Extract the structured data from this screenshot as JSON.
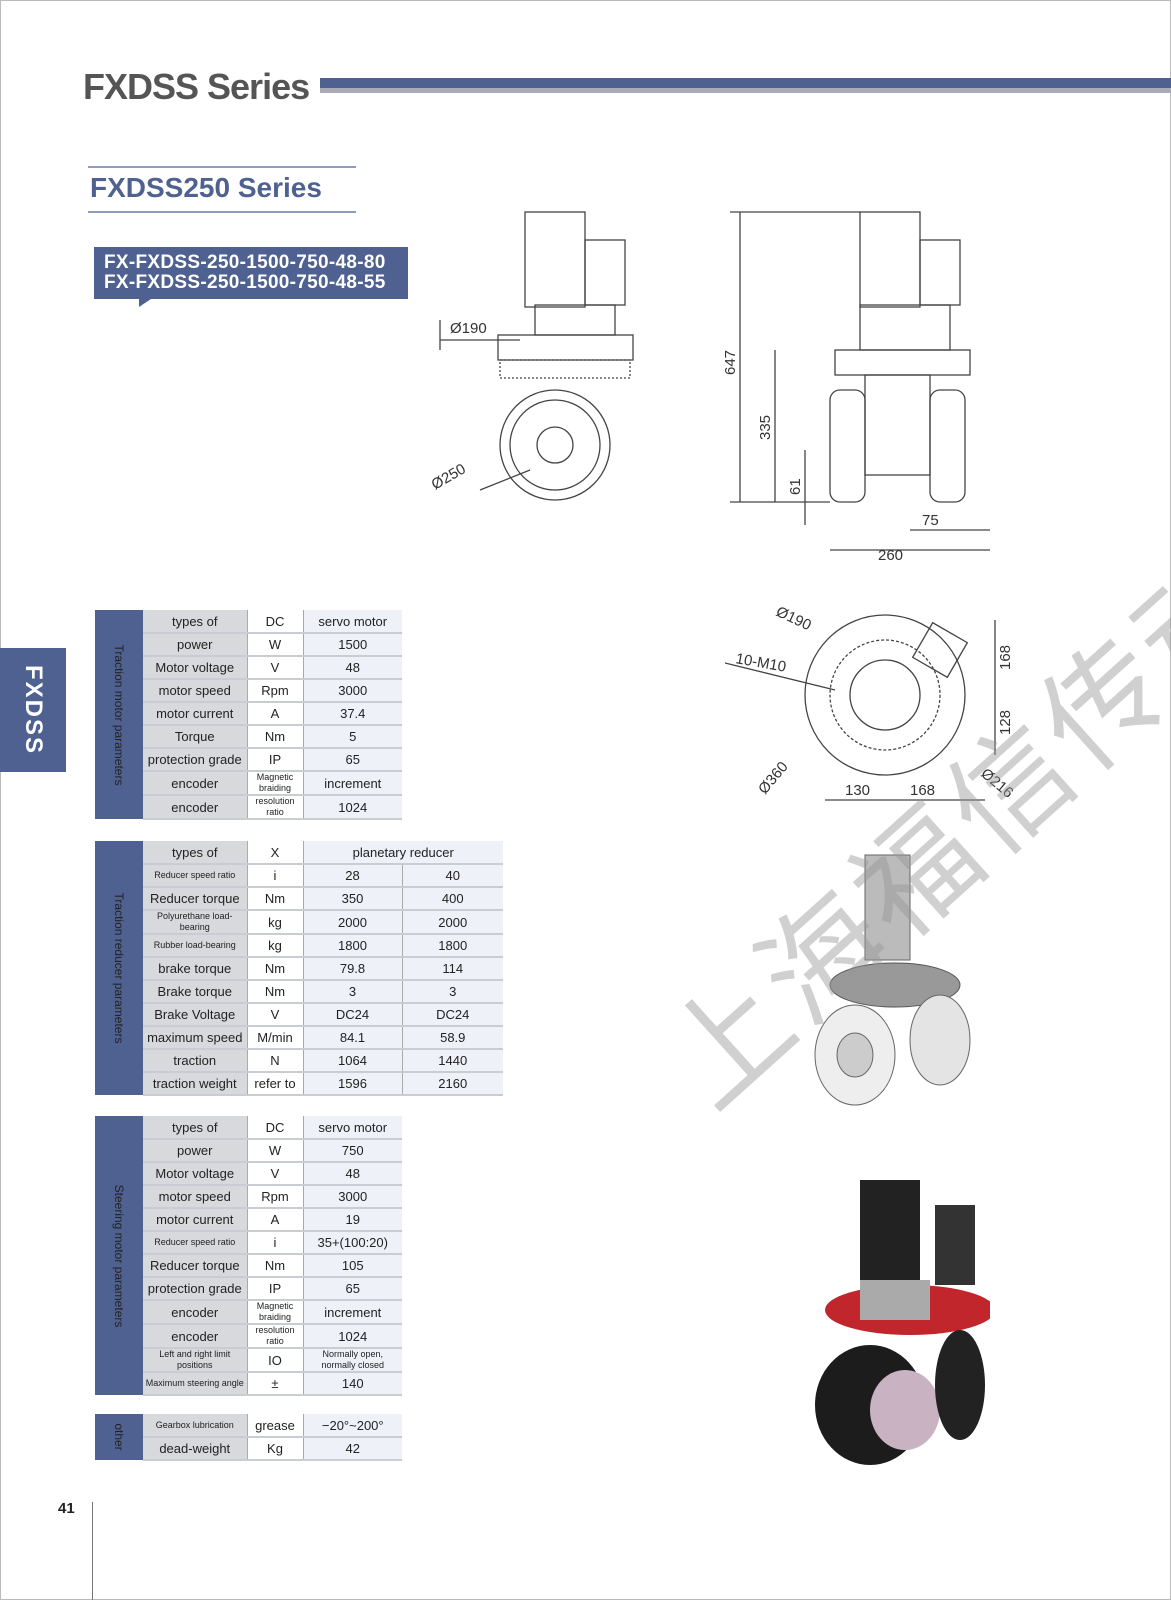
{
  "header": {
    "title": "FXDSS Series",
    "subtitle": "FXDSS250 Series",
    "models": [
      "FX-FXDSS-250-1500-750-48-80",
      "FX-FXDSS-250-1500-750-48-55"
    ],
    "side_tab": "FXDSS"
  },
  "drawings": {
    "front": {
      "d190": "Ø190",
      "d250": "Ø250"
    },
    "side": {
      "h647": "647",
      "h335": "335",
      "h61": "61",
      "w75": "75",
      "w260": "260"
    },
    "top": {
      "d190": "Ø190",
      "m10": "10-M10",
      "h168": "168",
      "h128": "128",
      "d360": "Ø360",
      "w130": "130",
      "w168": "168",
      "d216": "Ø216"
    }
  },
  "tables": [
    {
      "group": "Traction motor parameters",
      "rows": [
        [
          "types of",
          "DC",
          "servo motor"
        ],
        [
          "power",
          "W",
          "1500"
        ],
        [
          "Motor voltage",
          "V",
          "48"
        ],
        [
          "motor speed",
          "Rpm",
          "3000"
        ],
        [
          "motor current",
          "A",
          "37.4"
        ],
        [
          "Torque",
          "Nm",
          "5"
        ],
        [
          "protection grade",
          "IP",
          "65"
        ],
        [
          "encoder",
          "Magnetic braiding",
          "increment"
        ],
        [
          "encoder",
          "resolution ratio",
          "1024"
        ]
      ]
    },
    {
      "group": "Traction reducer parameters",
      "wide": true,
      "rows": [
        [
          "types of",
          "X",
          "planetary reducer"
        ],
        [
          "Reducer speed ratio",
          "i",
          "28",
          "40"
        ],
        [
          "Reducer torque",
          "Nm",
          "350",
          "400"
        ],
        [
          "Polyurethane load-bearing",
          "kg",
          "2000",
          "2000"
        ],
        [
          "Rubber load-bearing",
          "kg",
          "1800",
          "1800"
        ],
        [
          "brake torque",
          "Nm",
          "79.8",
          "114"
        ],
        [
          "Brake torque",
          "Nm",
          "3",
          "3"
        ],
        [
          "Brake Voltage",
          "V",
          "DC24",
          "DC24"
        ],
        [
          "maximum speed",
          "M/min",
          "84.1",
          "58.9"
        ],
        [
          "traction",
          "N",
          "1064",
          "1440"
        ],
        [
          "traction weight",
          "refer to",
          "1596",
          "2160"
        ]
      ]
    },
    {
      "group": "Steering motor parameters",
      "rows": [
        [
          "types of",
          "DC",
          "servo motor"
        ],
        [
          "power",
          "W",
          "750"
        ],
        [
          "Motor voltage",
          "V",
          "48"
        ],
        [
          "motor speed",
          "Rpm",
          "3000"
        ],
        [
          "motor current",
          "A",
          "19"
        ],
        [
          "Reducer speed ratio",
          "i",
          "35+(100:20)"
        ],
        [
          "Reducer torque",
          "Nm",
          "105"
        ],
        [
          "protection grade",
          "IP",
          "65"
        ],
        [
          "encoder",
          "Magnetic braiding",
          "increment"
        ],
        [
          "encoder",
          "resolution ratio",
          "1024"
        ],
        [
          "Left and right limit positions",
          "IO",
          "Normally open, normally closed"
        ],
        [
          "Maximum steering angle",
          "±",
          "140"
        ]
      ]
    },
    {
      "group": "other",
      "rows": [
        [
          "Gearbox lubrication",
          "grease",
          "−20°~200°"
        ],
        [
          "dead-weight",
          "Kg",
          "42"
        ]
      ]
    }
  ],
  "watermark": "上海福信传动",
  "page_number": "41"
}
